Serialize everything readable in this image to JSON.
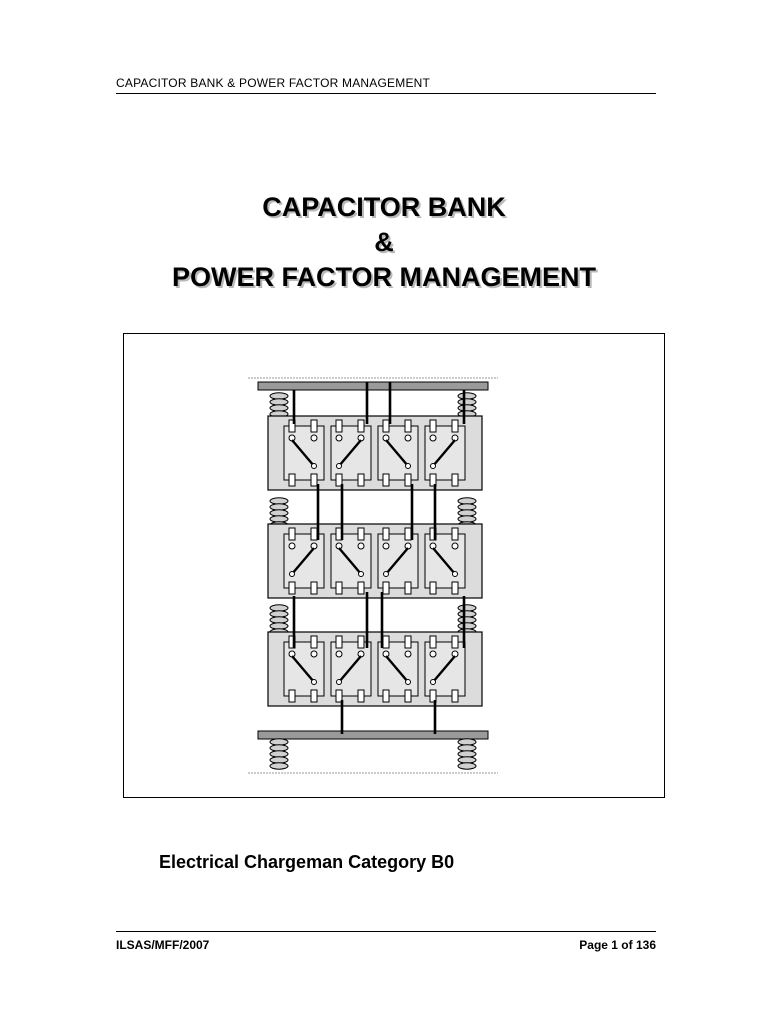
{
  "header": {
    "running_title": "CAPACITOR BANK & POWER FACTOR MANAGEMENT"
  },
  "title": {
    "line1": "CAPACITOR BANK",
    "line2": "&",
    "line3": "POWER FACTOR MANAGEMENT"
  },
  "figure": {
    "description_icon": "capacitor-bank-rack-illustration",
    "tiers": 3,
    "capacitor_units_per_tier": 4,
    "colors": {
      "unit_fill": "#e6e6e6",
      "frame": "#000000",
      "busbar": "#9a9a9a"
    }
  },
  "subtitle": "Electrical Chargeman Category B0",
  "footer": {
    "doc_code": "ILSAS/MFF/2007",
    "page_label": "Page 1 of 136"
  }
}
